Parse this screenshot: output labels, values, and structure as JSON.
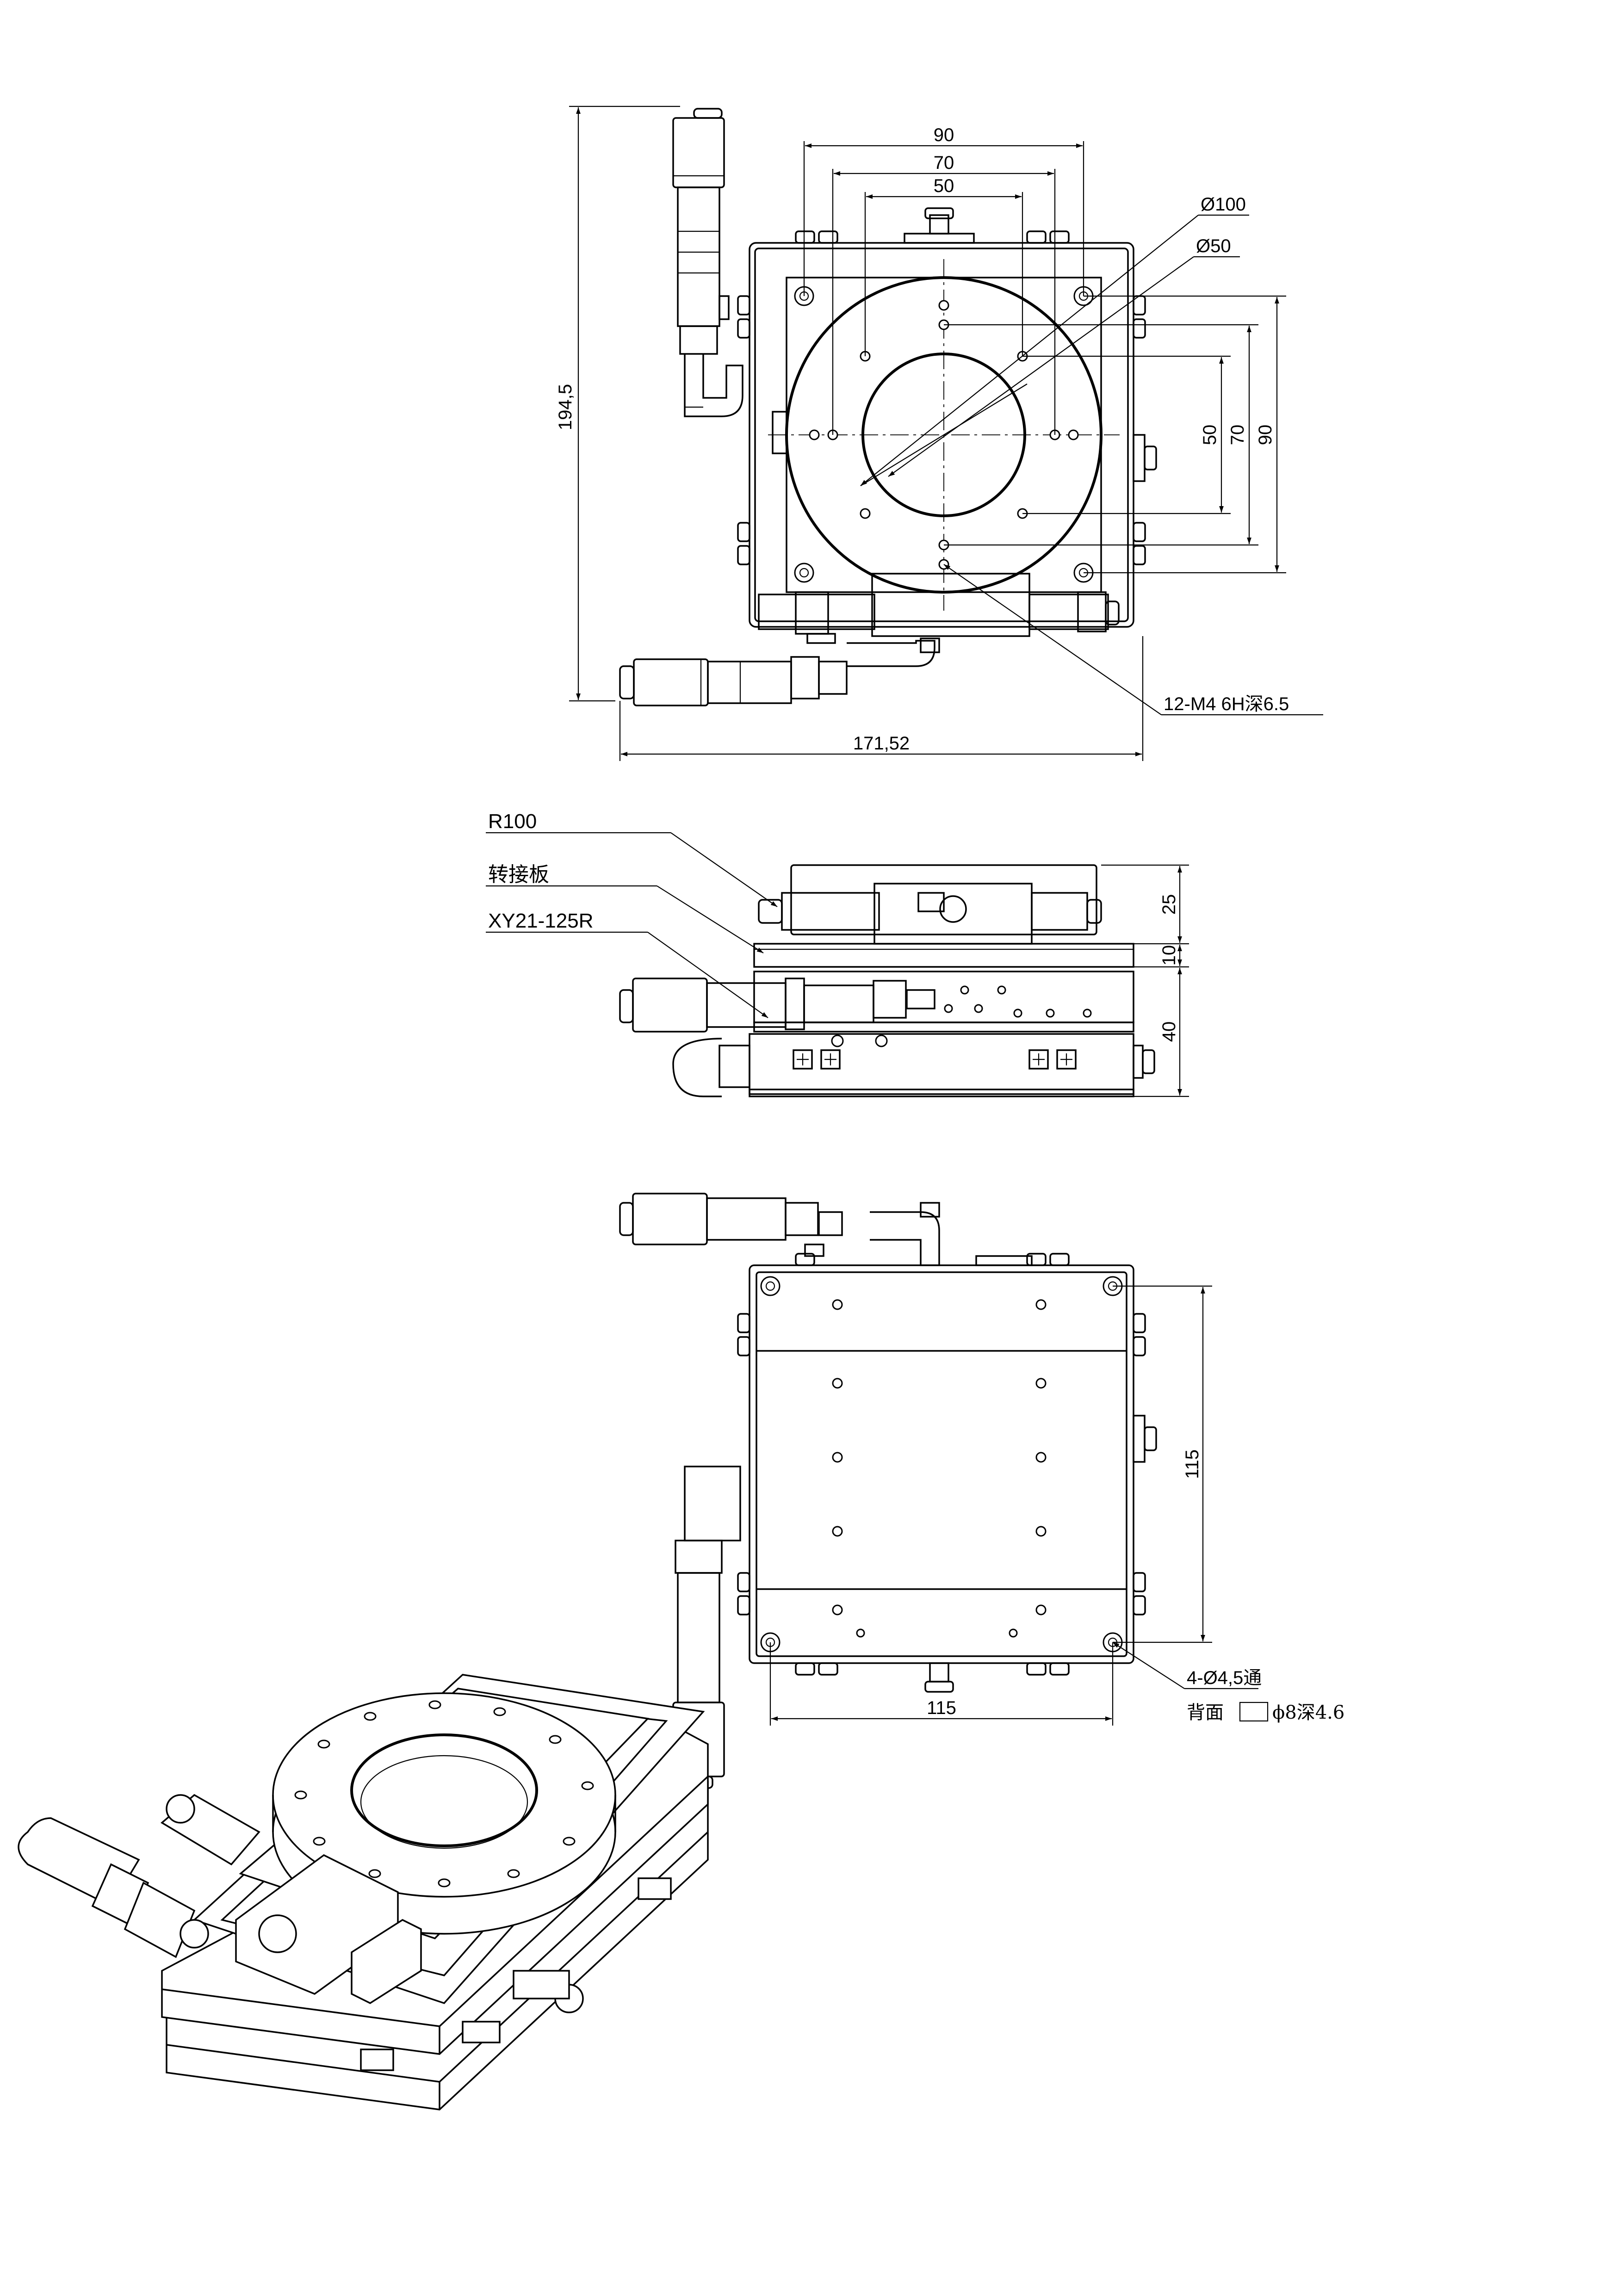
{
  "top_view": {
    "overall_height": "194,5",
    "overall_width": "171,52",
    "hole_spacing_h": [
      "90",
      "70",
      "50"
    ],
    "hole_spacing_v": [
      "50",
      "70",
      "90"
    ],
    "diameter_outer": "Ø100",
    "diameter_inner": "Ø50",
    "thread_note": "12-M4 6H深6.5"
  },
  "side_view": {
    "callouts": [
      "R100",
      "转接板",
      "XY21-125R"
    ],
    "heights": [
      "25",
      "10",
      "40"
    ]
  },
  "bottom_view": {
    "hole_spacing_w": "115",
    "hole_spacing_h": "115",
    "hole_note_1": "4-Ø4,5通",
    "hole_note_2": "背面",
    "hole_note_3": "ϕ8深4.6"
  }
}
